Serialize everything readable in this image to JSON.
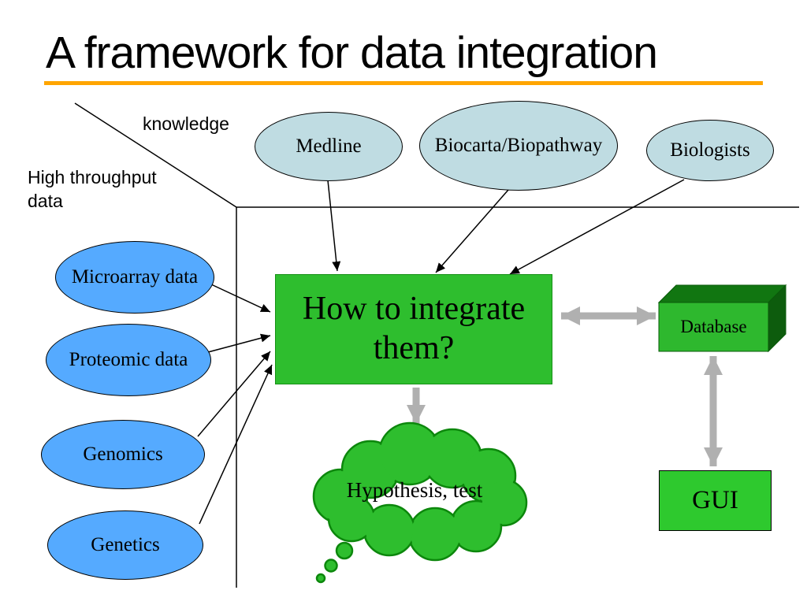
{
  "title": "A framework for data integration",
  "labels": {
    "knowledge": "knowledge",
    "high_throughput": "High throughput data"
  },
  "knowledge_sources": [
    {
      "label": "Medline"
    },
    {
      "label": "Biocarta/Biopathway"
    },
    {
      "label": "Biologists"
    }
  ],
  "data_sources": [
    {
      "label": "Microarray data"
    },
    {
      "label": "Proteomic data"
    },
    {
      "label": "Genomics"
    },
    {
      "label": "Genetics"
    }
  ],
  "integrate_box": {
    "label": "How to integrate them?"
  },
  "hypothesis_cloud": {
    "label": "Hypothesis, test"
  },
  "database_box": {
    "label": "Database"
  },
  "gui_box": {
    "label": "GUI"
  },
  "colors": {
    "accent_rule": "#FFA500",
    "knowledge_node_fill": "#BFDCE2",
    "data_node_fill": "#55AAFF",
    "green_fill": "#2EBE2E",
    "green_dark_top": "#117611",
    "green_dark_side": "#0D5C0D",
    "arrow_gray": "#B0B0B0"
  }
}
